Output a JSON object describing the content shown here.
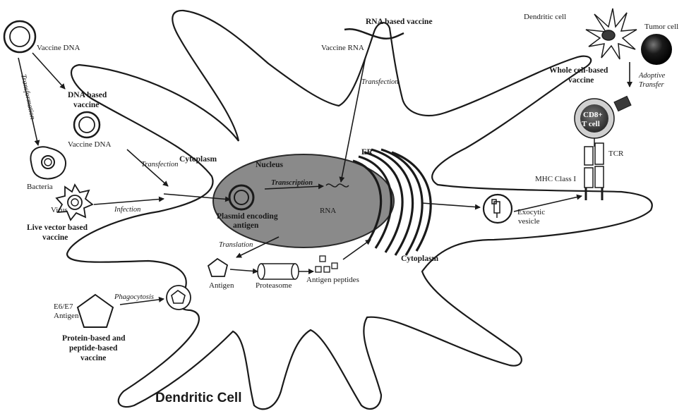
{
  "labels": {
    "vaccine_dna_top": "Vaccine DNA",
    "transformation": "Transformation",
    "dna_based_vaccine_1": "DNA based",
    "dna_based_vaccine_2": "vaccine",
    "vaccine_dna_mid": "Vaccine DNA",
    "transfection_left": "Transfection",
    "bacteria": "Bacteria",
    "virus": "Virus",
    "infection": "Infection",
    "live_vector_1": "Live vector based",
    "live_vector_2": "vaccine",
    "cytoplasm_top": "Cytoplasm",
    "nucleus": "Nucleus",
    "transcription": "Transcription",
    "rna_nucleus": "RNA",
    "plasmid_1": "Plasmid encoding",
    "plasmid_2": "antigen",
    "er": "ER",
    "rna_vaccine_title": "RNA based vaccine",
    "vaccine_rna": "Vaccine RNA",
    "transfection_right": "Transfection",
    "dendritic_cell_small": "Dendritic cell",
    "tumor_cell": "Tumor cell",
    "whole_cell_1": "Whole cell-based",
    "whole_cell_2": "vaccine",
    "adoptive_1": "Adoptive",
    "adoptive_2": "Transfer",
    "tcell_1": "CD8+",
    "tcell_2": "T cell",
    "tcr": "TCR",
    "mhc": "MHC Class I",
    "exocytic_1": "Exocytic",
    "exocytic_2": "vesicle",
    "cytoplasm_right": "Cytoplasm",
    "translation": "Translation",
    "antigen": "Antigen",
    "proteasome": "Proteasome",
    "antigen_peptides": "Antigen peptides",
    "phagocytosis": "Phagocytosis",
    "e6e7_1": "E6/E7",
    "e6e7_2": "Antigen",
    "protein_1": "Protein-based and",
    "protein_2": "peptide-based",
    "protein_3": "vaccine",
    "dendritic_cell_title": "Dendritic Cell"
  }
}
